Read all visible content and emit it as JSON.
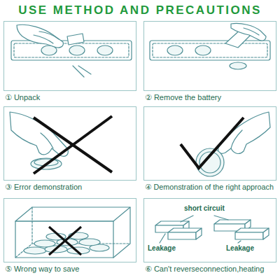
{
  "diagram": {
    "title": "USE METHOD AND PRECAUTIONS",
    "nodes": [
      {
        "text": [
          "① Unpack"
        ]
      },
      {
        "text": [
          "② Remove the battery"
        ]
      },
      {
        "text": [
          "③ Error demonstration"
        ]
      },
      {
        "text": [
          "④ Demonstration of the right approach"
        ]
      },
      {
        "text": [
          "⑤ Wrong way to save"
        ]
      },
      {
        "text": [
          "⑥ Can't reverseconnection,heating"
        ]
      }
    ],
    "labels": [
      "short circuit",
      "Leakage",
      "Leakage"
    ]
  }
}
